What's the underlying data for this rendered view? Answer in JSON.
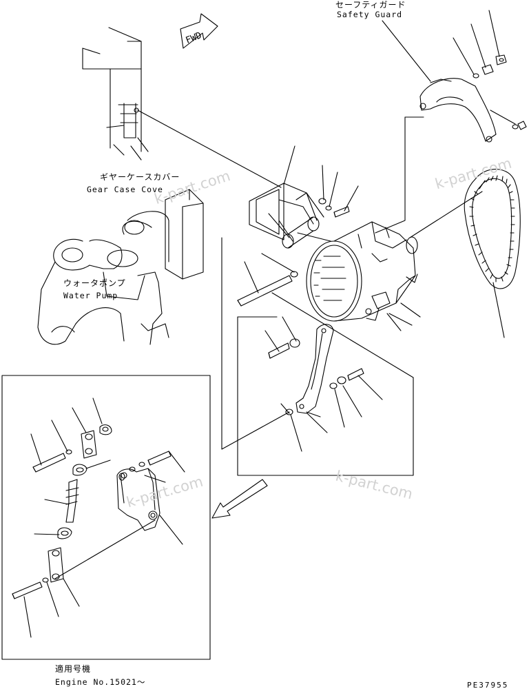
{
  "labels": {
    "safety_guard_jp": "セーフティガード",
    "safety_guard_en": "Safety Guard",
    "gear_case_jp": "ギヤーケースカバー",
    "gear_case_en": "Gear Case Cove",
    "water_pump_jp": "ウォータポンプ",
    "water_pump_en": "Water Pump",
    "fwd": "FWD",
    "serial_jp": "適用号機",
    "serial_en": "Engine No.15021～",
    "drawing_code": "PE37955"
  },
  "watermarks": [
    "k-part.com",
    "k-part.com",
    "k-part.com",
    "k-part.com"
  ],
  "colors": {
    "line": "#000000",
    "watermark": "#d2d2d2",
    "background": "#ffffff"
  }
}
